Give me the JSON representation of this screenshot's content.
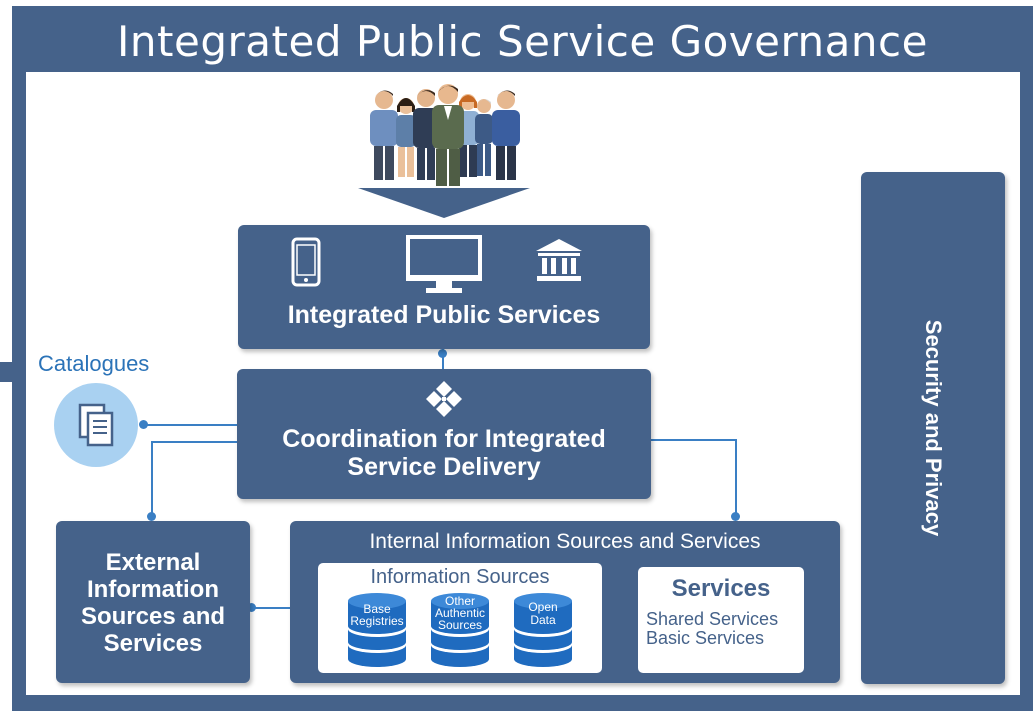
{
  "title": "Integrated Public Service Governance",
  "colors": {
    "primary": "#45628a",
    "connector": "#3a7fc4",
    "catalogue_circle": "#a9d1f1"
  },
  "users_icon": "group-of-people-icon",
  "ips": {
    "label": "Integrated Public Services",
    "icons": [
      "mobile-phone-icon",
      "desktop-monitor-icon",
      "government-building-icon"
    ]
  },
  "coordination": {
    "line1": "Coordination for Integrated",
    "line2": "Service Delivery",
    "icon": "puzzle-arrows-icon"
  },
  "catalogues": {
    "label": "Catalogues",
    "icon": "documents-icon"
  },
  "external": {
    "lines": [
      "External",
      "Information",
      "Sources and",
      "Services"
    ]
  },
  "internal": {
    "title": "Internal Information Sources and Services",
    "information_sources": {
      "title": "Information Sources",
      "databases": [
        {
          "lines": [
            "Base",
            "Registries"
          ]
        },
        {
          "lines": [
            "Other",
            "Authentic",
            "Sources"
          ]
        },
        {
          "lines": [
            "Open",
            "Data"
          ]
        }
      ]
    },
    "services": {
      "title": "Services",
      "items": [
        "Shared Services",
        "Basic Services"
      ]
    }
  },
  "security": {
    "label": "Security and Privacy"
  }
}
